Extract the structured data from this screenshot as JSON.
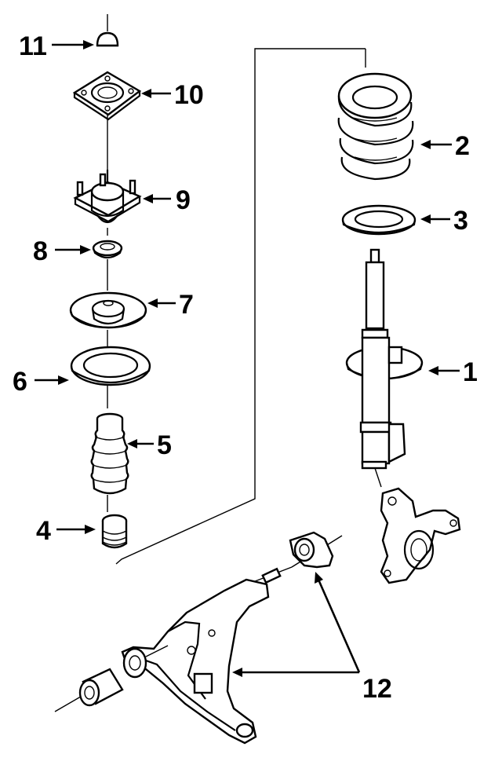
{
  "parts": [
    {
      "id": "p1",
      "number": "1"
    },
    {
      "id": "p2",
      "number": "2"
    },
    {
      "id": "p3",
      "number": "3"
    },
    {
      "id": "p4",
      "number": "4"
    },
    {
      "id": "p5",
      "number": "5"
    },
    {
      "id": "p6",
      "number": "6"
    },
    {
      "id": "p7",
      "number": "7"
    },
    {
      "id": "p8",
      "number": "8"
    },
    {
      "id": "p9",
      "number": "9"
    },
    {
      "id": "p10",
      "number": "10"
    },
    {
      "id": "p11",
      "number": "11"
    },
    {
      "id": "p12",
      "number": "12"
    }
  ]
}
